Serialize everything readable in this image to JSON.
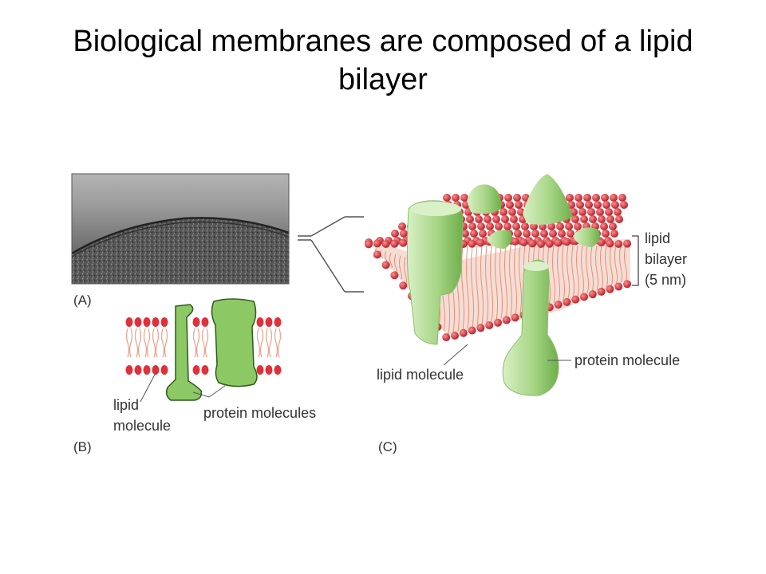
{
  "slide": {
    "title": "Biological membranes are composed of a lipid bilayer"
  },
  "panels": {
    "a_label": "(A)",
    "b_label": "(B)",
    "c_label": "(C)"
  },
  "labels": {
    "b_lipid_line1": "lipid",
    "b_lipid_line2": "molecule",
    "b_protein": "protein molecules",
    "c_lipid_molecule": "lipid molecule",
    "c_protein_molecule": "protein molecule",
    "c_bilayer_line1": "lipid",
    "c_bilayer_line2": "bilayer",
    "c_bilayer_line3": "(5 nm)"
  },
  "colors": {
    "lipid_head": "#e0303a",
    "lipid_tail": "#e8a08a",
    "protein_flat": "#8cc864",
    "protein_3d": "#a9d78a",
    "protein_outline": "#2e5a1c",
    "micrograph_dark": "#3c3c3c",
    "micrograph_light": "#b8b8b8"
  },
  "icons": {
    "panel_a": "electron-micrograph",
    "panel_b": "flat-bilayer-schematic",
    "panel_c": "3d-membrane-model"
  }
}
